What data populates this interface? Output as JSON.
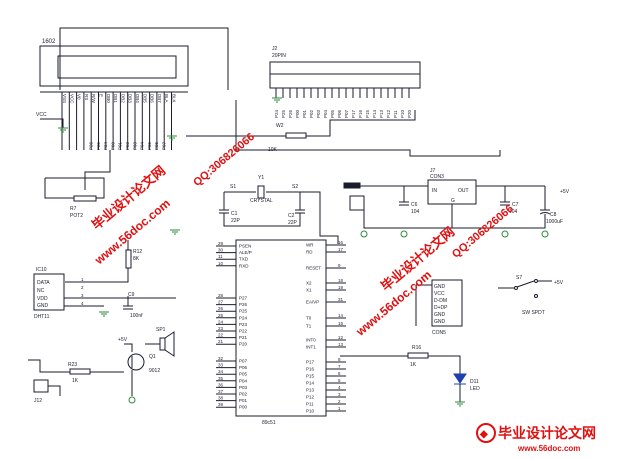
{
  "lcd": {
    "ref": "1602",
    "pins": [
      "VSS",
      "VCC",
      "V0",
      "RS",
      "R/W",
      "E",
      "DB0",
      "DB1",
      "DB2",
      "DB3",
      "DB4",
      "DB5",
      "DB6",
      "DB7",
      "BLA",
      "BLK"
    ],
    "nets": [
      "P26",
      "P25",
      "P24",
      "P00",
      "P01",
      "P02",
      "P03",
      "P04",
      "P05",
      "P06",
      "P07"
    ]
  },
  "header": {
    "ref": "J2",
    "name": "20PIN",
    "pins": [
      "P24",
      "P25",
      "P26",
      "P00",
      "P01",
      "P02",
      "P03",
      "P04",
      "P05",
      "P06",
      "P07",
      "P17",
      "P16",
      "P15",
      "P14",
      "P13",
      "P12",
      "P11",
      "P10",
      "P20"
    ]
  },
  "vcc": "VCC",
  "pot_w2": {
    "ref": "W2",
    "value": "10K"
  },
  "pot_r7": {
    "ref": "R7",
    "value": "POT2"
  },
  "crystal": {
    "ref": "Y1",
    "value": "CRYSTAL",
    "s1": "S1",
    "s2": "S2"
  },
  "c1": {
    "ref": "C1",
    "value": "22P"
  },
  "c2": {
    "ref": "C2",
    "value": "22P"
  },
  "regulator": {
    "ref": "J7",
    "name": "CON3",
    "in": "IN",
    "out": "OUT",
    "gnd": "G"
  },
  "c6": {
    "ref": "C6",
    "value": "104"
  },
  "c7": {
    "ref": "C7",
    "value": "104"
  },
  "c8": {
    "ref": "C8",
    "value": "1000uF"
  },
  "plus5v": "+5V",
  "mcu": {
    "name": "89c51",
    "left_top": [
      "PSEN",
      "ALE/P",
      "TXD",
      "RXD"
    ],
    "left_top_num": [
      "29",
      "30",
      "11",
      "10"
    ],
    "left_mid": [
      "P27",
      "P26",
      "P25",
      "P24",
      "P23",
      "P22",
      "P21",
      "P20"
    ],
    "left_mid_num": [
      "28",
      "27",
      "26",
      "25",
      "24",
      "23",
      "22",
      "21"
    ],
    "left_bot": [
      "P07",
      "P06",
      "P05",
      "P04",
      "P03",
      "P02",
      "P01",
      "P00"
    ],
    "left_bot_num": [
      "32",
      "33",
      "34",
      "35",
      "36",
      "37",
      "38",
      "39"
    ],
    "right": [
      "WR",
      "RD",
      "RESET",
      "X2",
      "X1",
      "EA/VP",
      "T0",
      "T1",
      "INT0",
      "INT1",
      "P17",
      "P16",
      "P15",
      "P14",
      "P13",
      "P12",
      "P11",
      "P10"
    ],
    "right_num": [
      "16",
      "17",
      "9",
      "18",
      "19",
      "31",
      "14",
      "15",
      "12",
      "13",
      "8",
      "7",
      "6",
      "5",
      "4",
      "3",
      "2",
      "1"
    ]
  },
  "r12": {
    "ref": "R12",
    "value": "8K"
  },
  "sensor": {
    "ref": "IC10",
    "pins": [
      "DATA",
      "NC",
      "VDD",
      "GND"
    ],
    "nums": [
      "1",
      "2",
      "3",
      "4"
    ],
    "name": "DHT11"
  },
  "c9": {
    "ref": "C9",
    "value": "100nf"
  },
  "buzzer": {
    "ref": "SP1",
    "vcc": "+5V",
    "q": "Q1",
    "qtype": "9012"
  },
  "r23": {
    "ref": "R23",
    "value": "1K"
  },
  "j12": {
    "ref": "J12"
  },
  "usb": {
    "ref": "CON5",
    "pins": [
      "GND",
      "VCC",
      "D-DM",
      "D+DP",
      "GND",
      "GND"
    ]
  },
  "switch": {
    "ref": "S7",
    "name": "SW SPDT",
    "vcc": "+5V"
  },
  "r16": {
    "ref": "R16",
    "value": "1K"
  },
  "led": {
    "ref": "D11",
    "name": "LED"
  },
  "watermark": {
    "cn_main": "毕业设计论文网",
    "site": "www.56doc.com",
    "qq": "QQ:306826066",
    "footer_cn": "毕业设计论文网",
    "footer_site": "www.56doc.com",
    "color": "#e01010"
  }
}
